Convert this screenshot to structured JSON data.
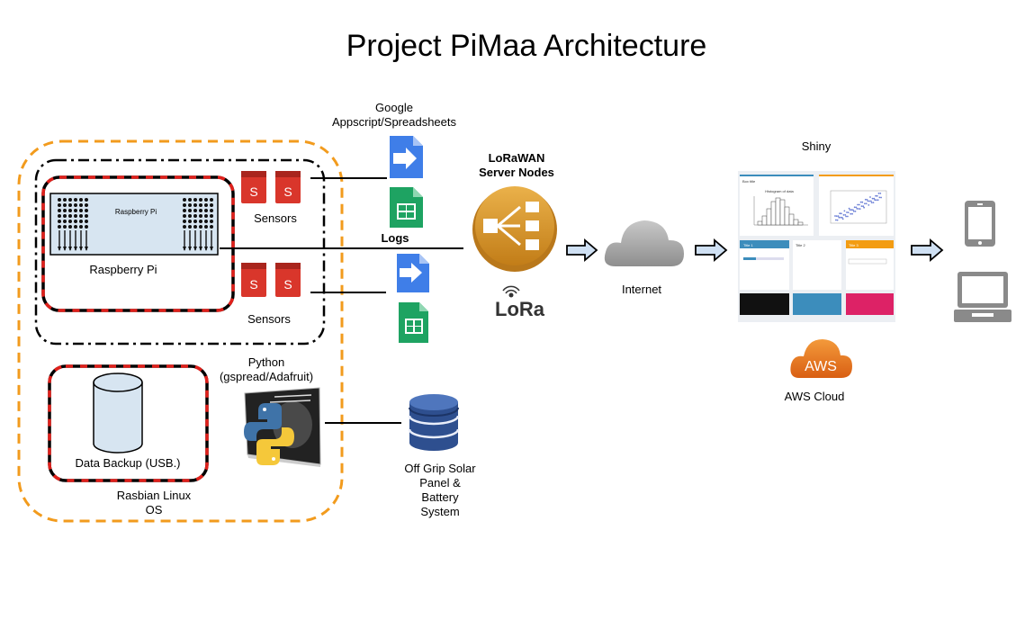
{
  "title": "Project PiMaa Architecture",
  "google_label": [
    "Google",
    "Appscript/Spreadsheets"
  ],
  "lorawan_label": [
    "LoRaWAN",
    "Server Nodes"
  ],
  "shiny_label": "Shiny",
  "internet_label": "Internet",
  "aws_label": "AWS Cloud",
  "aws_logo_text": "AWS",
  "lora_logo_text": "LoRa",
  "logs_label": "Logs",
  "raspberry_pi_label": "Raspberry Pi",
  "raspberry_pi_board_text": "Raspberry Pi",
  "sensors_label": "Sensors",
  "sensor_icon_letter": "S",
  "python_label": [
    "Python",
    "(gspread/Adafruit)"
  ],
  "data_backup_label": "Data Backup (USB.)",
  "os_label": [
    "Rasbian Linux",
    "OS"
  ],
  "solar_label": [
    "Off Grip Solar",
    "Panel &",
    "Battery",
    "System"
  ],
  "dashboard": {
    "box1_title": "Box title",
    "histogram_title": "Histogram of data",
    "title1": "Title 1",
    "title2": "Title 2",
    "title3": "Title 3"
  },
  "colors": {
    "orange_dash": "#f29b1d",
    "red_dash": "#e0201b",
    "pi_board": "#d7e5f1",
    "sensor_red": "#d9362b",
    "google_blue": "#3f7ee8",
    "sheets_green": "#1ea362",
    "lorawan_gold": "#d79628",
    "cloud_grey": "#a9a9a9",
    "aws_orange": "#e8741f",
    "dynamo_blue": "#2e4f8f",
    "arrow_fill": "#cfe0f3"
  }
}
